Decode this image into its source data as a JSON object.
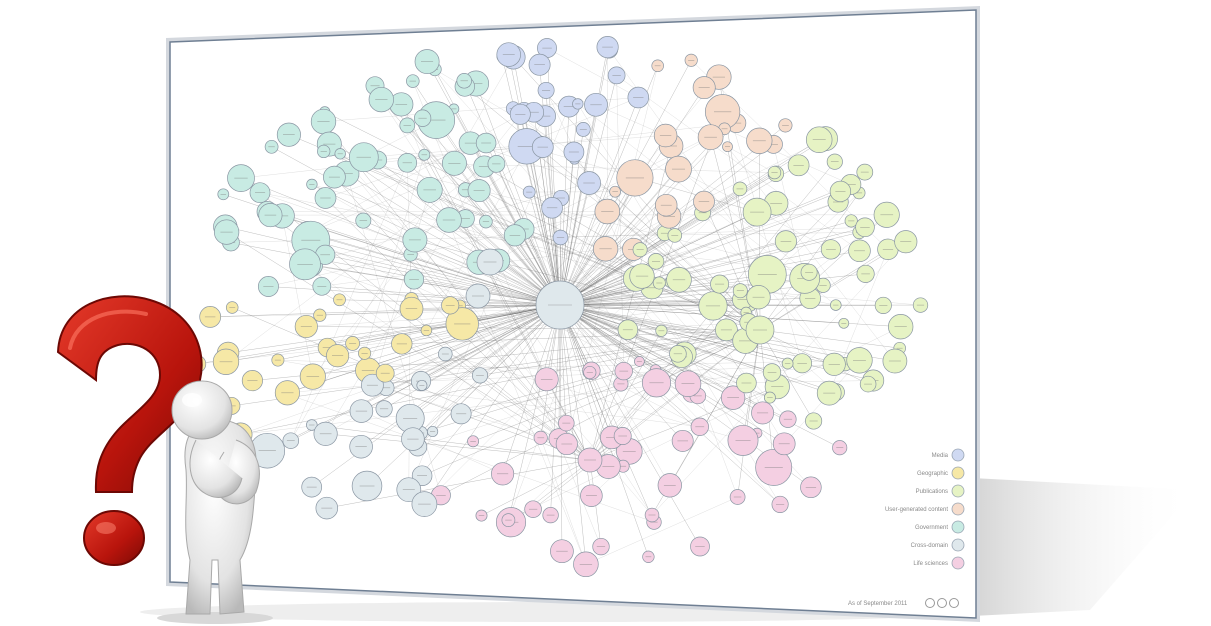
{
  "diagram": {
    "legend": [
      {
        "label": "Media",
        "color": "#cfd9f2"
      },
      {
        "label": "Geographic",
        "color": "#f6e8a6"
      },
      {
        "label": "Publications",
        "color": "#e6f3c4"
      },
      {
        "label": "User-generated content",
        "color": "#f6dccb"
      },
      {
        "label": "Government",
        "color": "#c8ebe3"
      },
      {
        "label": "Cross-domain",
        "color": "#dfe8ec"
      },
      {
        "label": "Life sciences",
        "color": "#f4cfe2"
      }
    ],
    "footer": "As of September 2011"
  },
  "icons": {
    "question_mark": "question-mark-icon",
    "figure": "thinking-person-figure"
  }
}
